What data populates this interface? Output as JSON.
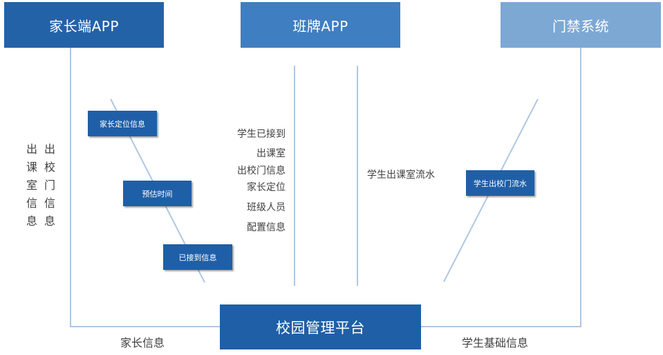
{
  "top_boxes": {
    "parent_app": "家长端APP",
    "class_board_app": "班牌APP",
    "access_control": "门禁系统"
  },
  "platform": "校园管理平台",
  "parent_flow": {
    "location_info": "家长定位信息",
    "estimated_time": "预估时间",
    "received_info": "已接到信息"
  },
  "class_board_labels": [
    "学生已接到",
    "出课室",
    "出校门信息",
    "家长定位",
    "班级人员",
    "配置信息"
  ],
  "classroom_flow": "学生出课室流水",
  "gate_flow": "学生出校门流水",
  "left_vertical": {
    "exit_classroom": "出课室信息",
    "exit_gate": "出校门信息"
  },
  "bottom_labels": {
    "parent_info": "家长信息",
    "student_basic_info": "学生基础信息"
  },
  "colors": {
    "dark_blue": "#1f5fa7",
    "mid_blue": "#3f7ec0",
    "light_blue": "#7da8d4",
    "line": "#aec7e3",
    "text": "#404040"
  }
}
